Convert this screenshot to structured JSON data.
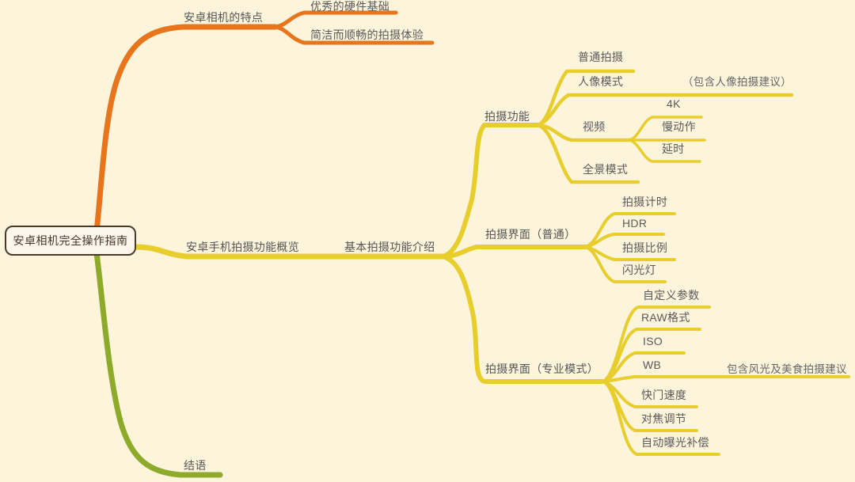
{
  "diagram": {
    "type": "mindmap",
    "title": "安卓相机完全操作指南",
    "background_color": "#FDF4DC",
    "root": {
      "label": "安卓相机完全操作指南"
    },
    "branch_colors": {
      "orange": "#E8741C",
      "yellow": "#E8CE2C",
      "green": "#8DAA2A"
    },
    "branches": {
      "features": {
        "label": "安卓相机的特点",
        "color": "#E8741C",
        "children": [
          {
            "label": "优秀的硬件基础"
          },
          {
            "label": "简洁而顺畅的拍摄体验"
          }
        ]
      },
      "overview": {
        "label": "安卓手机拍摄功能概览",
        "color": "#E8CE2C",
        "sub_label": "基本拍摄功能介绍",
        "groups": [
          {
            "label": "拍摄功能",
            "children": [
              {
                "label": "普通拍摄"
              },
              {
                "label": "人像模式",
                "note": "（包含人像拍摄建议）"
              },
              {
                "label": "视频",
                "children": [
                  {
                    "label": "4K"
                  },
                  {
                    "label": "慢动作"
                  },
                  {
                    "label": "延时"
                  }
                ]
              },
              {
                "label": "全景模式"
              }
            ]
          },
          {
            "label": "拍摄界面（普通）",
            "children": [
              {
                "label": "拍摄计时"
              },
              {
                "label": "HDR"
              },
              {
                "label": "拍摄比例"
              },
              {
                "label": "闪光灯"
              }
            ]
          },
          {
            "label": "拍摄界面（专业模式）",
            "note": "包含风光及美食拍摄建议",
            "children": [
              {
                "label": "自定义参数"
              },
              {
                "label": "RAW格式"
              },
              {
                "label": "ISO"
              },
              {
                "label": "WB"
              },
              {
                "label": "快门速度"
              },
              {
                "label": "对焦调节"
              },
              {
                "label": "自动曝光补偿"
              }
            ]
          }
        ]
      },
      "conclusion": {
        "label": "结语",
        "color": "#8DAA2A"
      }
    }
  }
}
